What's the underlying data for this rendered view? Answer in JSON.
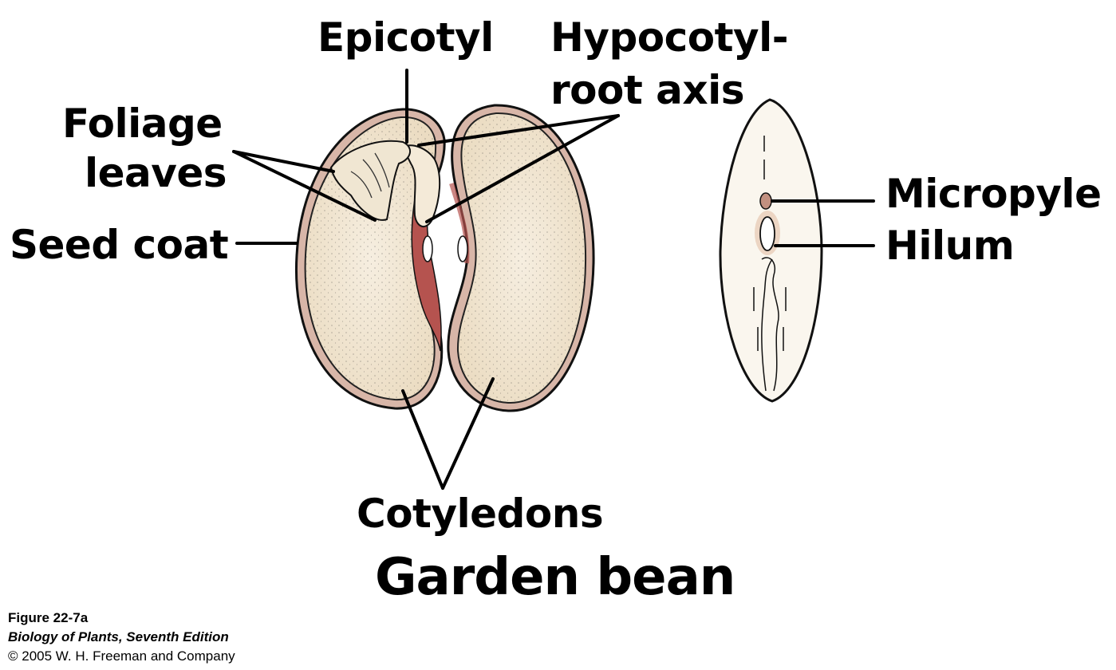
{
  "labels": {
    "epicotyl": "Epicotyl",
    "hypocotyl_line1": "Hypocotyl-",
    "hypocotyl_line2": "root axis",
    "foliage_line1": "Foliage",
    "foliage_line2": "leaves",
    "seed_coat": "Seed coat",
    "micropyle": "Micropyle",
    "hilum": "Hilum",
    "cotyledons": "Cotyledons"
  },
  "title": "Garden bean",
  "caption": {
    "figure": "Figure 22-7a",
    "book": "Biology of Plants, Seventh Edition",
    "copyright": "© 2005 W. H. Freeman and Company"
  },
  "colors": {
    "seed_fill": "#f4ead8",
    "seed_coat": "#c08a80",
    "hypocotyl_red": "#b5534f",
    "outline": "#111111"
  }
}
